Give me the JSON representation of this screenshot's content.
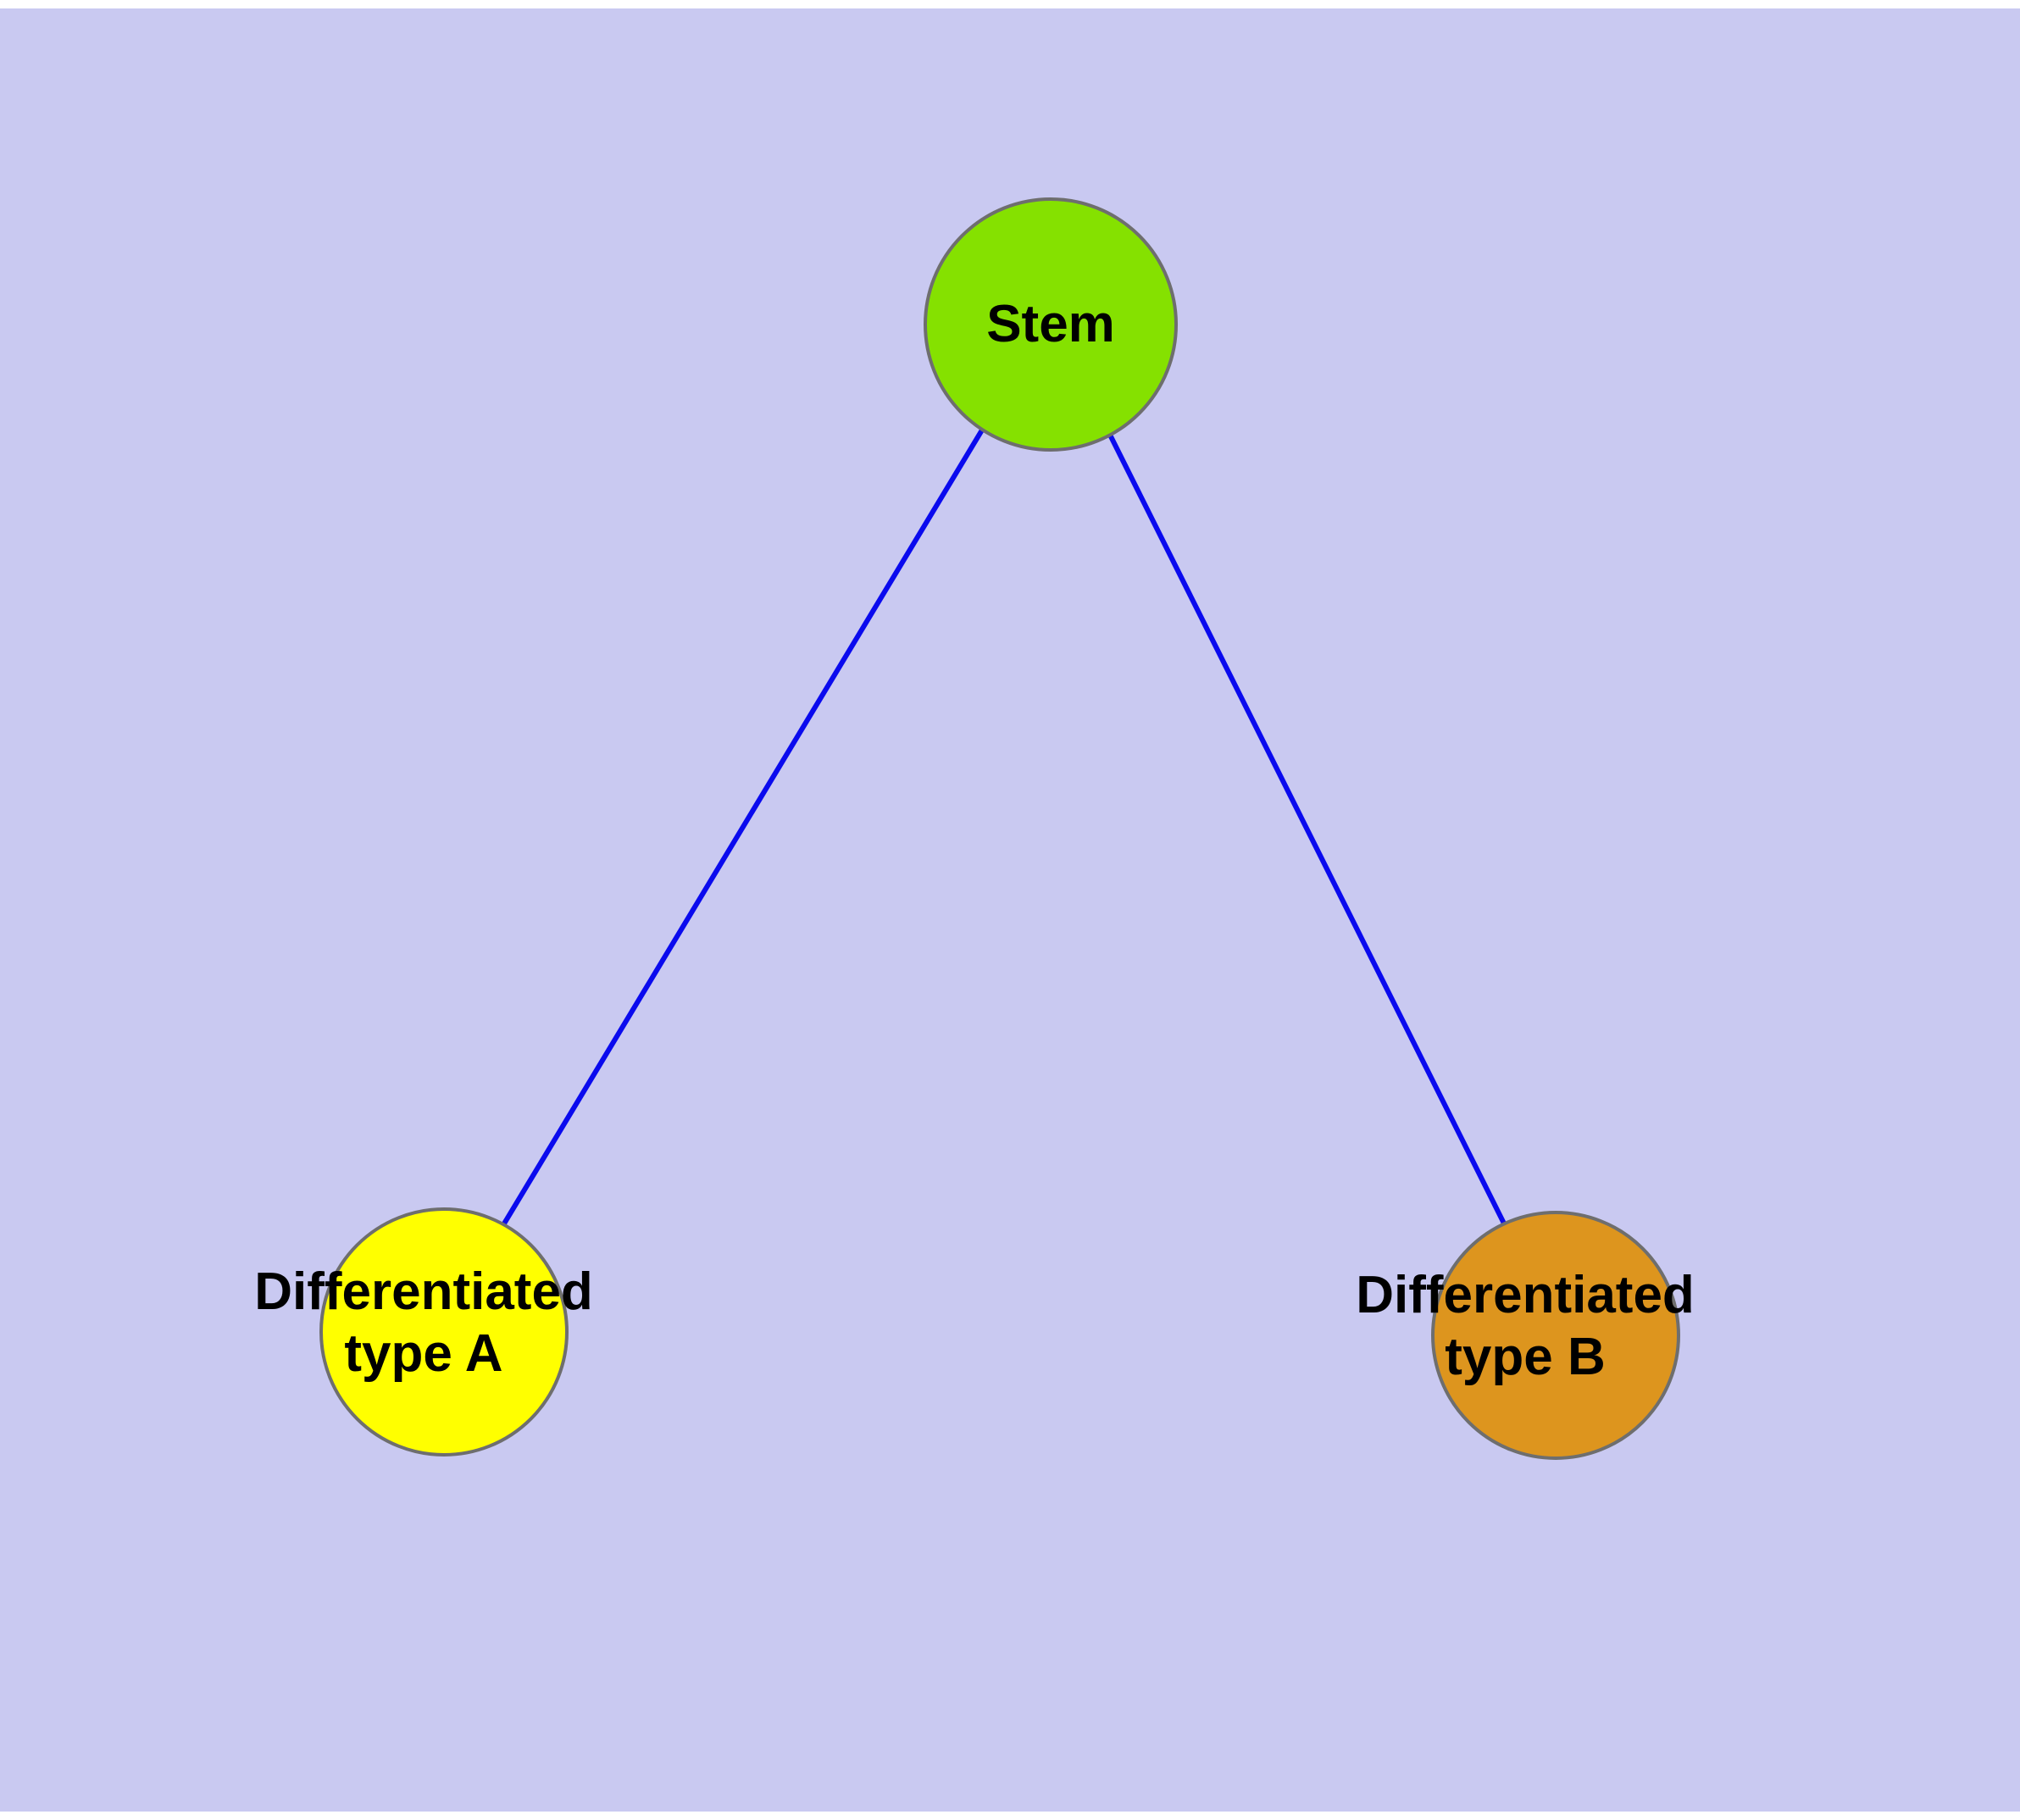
{
  "diagram": {
    "background_color": "#c9c9f1",
    "edge_color": "#0a0aee",
    "node_border_color": "#6e6e6e",
    "text_color": "#000000",
    "nodes": [
      {
        "id": "stem",
        "label": "Stem",
        "fill_color": "#85e100"
      },
      {
        "id": "differentiated-type-a",
        "label_line1": "Differentiated",
        "label_line2": "type A",
        "fill_color": "#ffff00"
      },
      {
        "id": "differentiated-type-b",
        "label_line1": "Differentiated",
        "label_line2": "type B",
        "fill_color": "#dd951e"
      }
    ],
    "edges": [
      {
        "from": "stem",
        "to": "differentiated-type-a"
      },
      {
        "from": "stem",
        "to": "differentiated-type-b"
      }
    ]
  }
}
